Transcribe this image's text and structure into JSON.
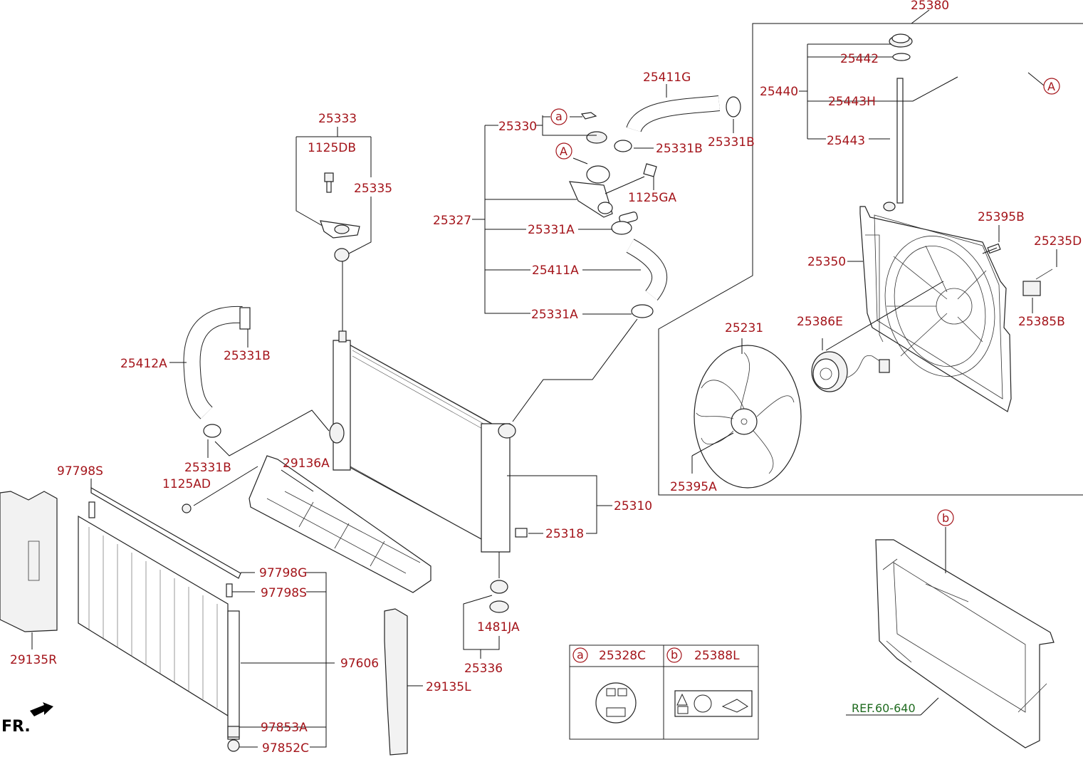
{
  "labels": {
    "p25380": "25380",
    "p25442": "25442",
    "p25440": "25440",
    "p25443H": "25443H",
    "p25443": "25443",
    "pA_right": "A",
    "p25411G": "25411G",
    "p25331B_top": "25331B",
    "p25331B_mid": "25331B",
    "p25330": "25330",
    "pa_small": "a",
    "pA_mid": "A",
    "p1125GA": "1125GA",
    "p25327": "25327",
    "p25331A_1": "25331A",
    "p25411A": "25411A",
    "p25331A_2": "25331A",
    "p25333": "25333",
    "p1125DB": "1125DB",
    "p25335": "25335",
    "p25412A": "25412A",
    "p25331B_left": "25331B",
    "p25331B_low": "25331B",
    "p25395B": "25395B",
    "p25235D": "25235D",
    "p25350": "25350",
    "p25386E": "25386E",
    "p25385B": "25385B",
    "p25231": "25231",
    "p25395A": "25395A",
    "p97798S_top": "97798S",
    "p1125AD": "1125AD",
    "p29136A": "29136A",
    "p25310": "25310",
    "p25318": "25318",
    "p97798G": "97798G",
    "p97798S_mid": "97798S",
    "p97606": "97606",
    "p97853A": "97853A",
    "p97852C": "97852C",
    "p29135R": "29135R",
    "p29135L": "29135L",
    "p1481JA": "1481JA",
    "p25336": "25336",
    "pb_circle": "b",
    "ref": "REF.60-640",
    "fr": "FR."
  },
  "legend": {
    "a_letter": "a",
    "a_part": "25328C",
    "b_letter": "b",
    "b_part": "25388L"
  },
  "colors": {
    "label": "#a4151b",
    "reference": "#1f6b1f",
    "line": "#111111"
  }
}
